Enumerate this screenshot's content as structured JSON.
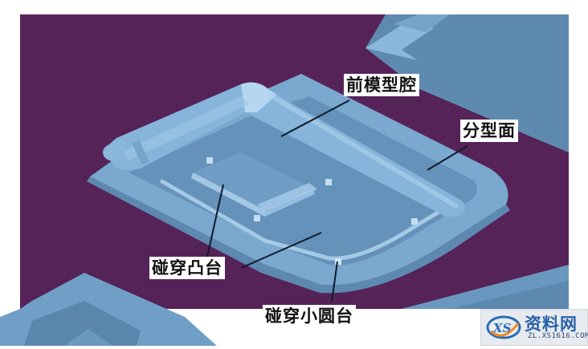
{
  "figure": {
    "colors": {
      "background_purple": "#552357",
      "mold_blue_light": "#7eaed4",
      "mold_blue_mid": "#6b9cc6",
      "mold_blue_dark": "#5d8ab3",
      "mold_highlight": "#a9cdea",
      "leader_line": "#0d1a2a",
      "label_background": "#ffffff",
      "label_text": "#111111"
    },
    "labels": [
      {
        "id": "front-mold-cavity",
        "text": "前模型腔"
      },
      {
        "id": "parting-surface",
        "text": "分型面"
      },
      {
        "id": "shutoff-boss",
        "text": "碰穿凸台"
      },
      {
        "id": "shutoff-small-round-boss",
        "text": "碰穿小圆台"
      }
    ]
  },
  "watermark": {
    "logo_text": "XS",
    "title": "资料网",
    "url": "ZL.XS1616.COM"
  }
}
